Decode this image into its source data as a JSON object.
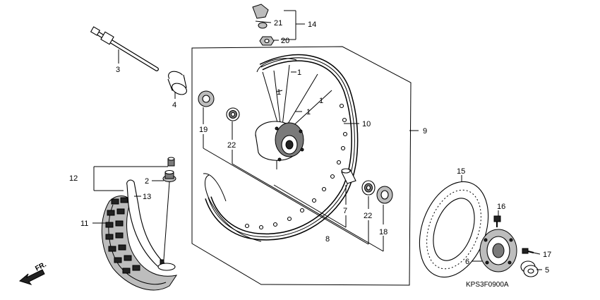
{
  "callouts": {
    "c1a": "1",
    "c1b": "1",
    "c1c": "1",
    "c1d": "1",
    "c2": "2",
    "c3": "3",
    "c4": "4",
    "c5": "5",
    "c6": "6",
    "c7": "7",
    "c8": "8",
    "c9": "9",
    "c10": "10",
    "c11": "11",
    "c12": "12",
    "c13": "13",
    "c14": "14",
    "c15": "15",
    "c16": "16",
    "c17": "17",
    "c18": "18",
    "c19": "19",
    "c20": "20",
    "c21": "21",
    "c22a": "22",
    "c22b": "22"
  },
  "diagram_code": "KPS3F0900A",
  "direction_label": "FR."
}
